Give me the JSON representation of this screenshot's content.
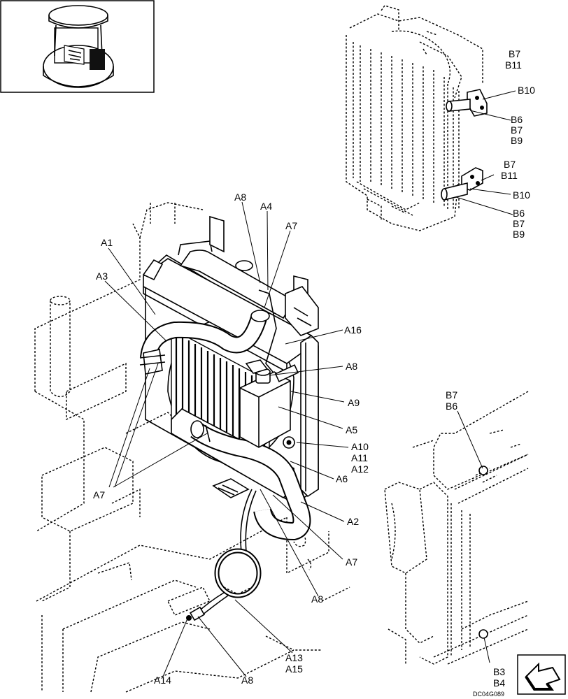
{
  "figure": {
    "drawing_code": "DC04G089",
    "callouts": [
      {
        "id": "c-a1",
        "lines": [
          "A1"
        ]
      },
      {
        "id": "c-a3",
        "lines": [
          "A3"
        ]
      },
      {
        "id": "c-a8-top",
        "lines": [
          "A8"
        ]
      },
      {
        "id": "c-a4",
        "lines": [
          "A4"
        ]
      },
      {
        "id": "c-a7-top",
        "lines": [
          "A7"
        ]
      },
      {
        "id": "c-a16",
        "lines": [
          "A16"
        ]
      },
      {
        "id": "c-a8-mid",
        "lines": [
          "A8"
        ]
      },
      {
        "id": "c-a9",
        "lines": [
          "A9"
        ]
      },
      {
        "id": "c-a5",
        "lines": [
          "A5"
        ]
      },
      {
        "id": "c-a10-12",
        "lines": [
          "A10",
          "A11",
          "A12"
        ]
      },
      {
        "id": "c-a6",
        "lines": [
          "A6"
        ]
      },
      {
        "id": "c-a2",
        "lines": [
          "A2"
        ]
      },
      {
        "id": "c-a7-right",
        "lines": [
          "A7"
        ]
      },
      {
        "id": "c-a8-low",
        "lines": [
          "A8"
        ]
      },
      {
        "id": "c-a7-left",
        "lines": [
          "A7"
        ]
      },
      {
        "id": "c-a13-15",
        "lines": [
          "A13",
          "A15"
        ]
      },
      {
        "id": "c-a14",
        "lines": [
          "A14"
        ]
      },
      {
        "id": "c-a8-bottom",
        "lines": [
          "A8"
        ]
      },
      {
        "id": "c-b7-b11-top",
        "lines": [
          "B7",
          "B11"
        ]
      },
      {
        "id": "c-b10-top",
        "lines": [
          "B10"
        ]
      },
      {
        "id": "c-b6-b7-b9-top",
        "lines": [
          "B6",
          "B7",
          "B9"
        ]
      },
      {
        "id": "c-b7-b11-low",
        "lines": [
          "B7",
          "B11"
        ]
      },
      {
        "id": "c-b10-low",
        "lines": [
          "B10"
        ]
      },
      {
        "id": "c-b6-b7-b9-low",
        "lines": [
          "B6",
          "B7",
          "B9"
        ]
      },
      {
        "id": "c-b7-b6",
        "lines": [
          "B7",
          "B6"
        ]
      },
      {
        "id": "c-b3-b4",
        "lines": [
          "B3",
          "B4"
        ]
      }
    ]
  }
}
